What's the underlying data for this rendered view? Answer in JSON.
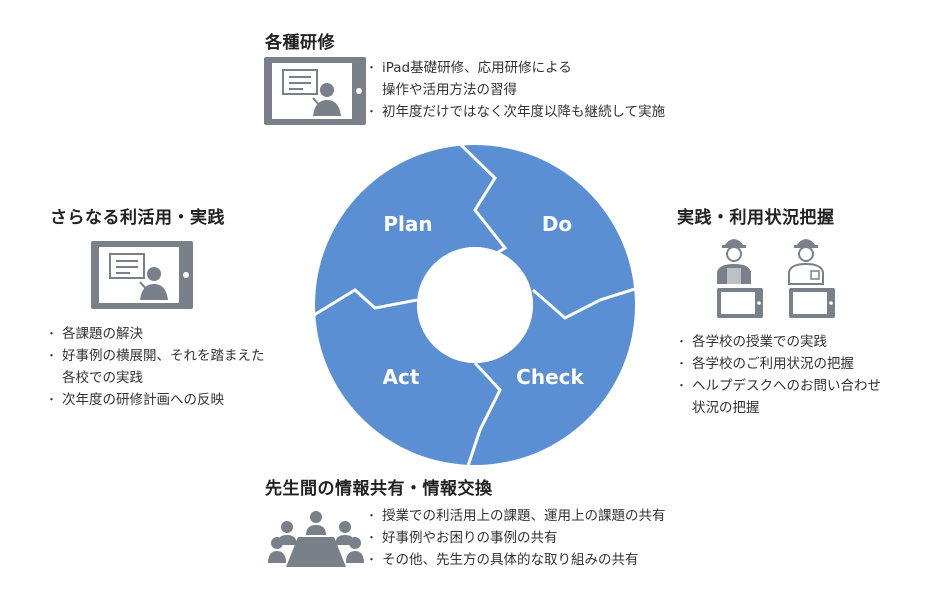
{
  "cycle": {
    "stages": [
      "Plan",
      "Do",
      "Check",
      "Act"
    ],
    "colors": {
      "segment": "#5b8fd3",
      "segment_light": "#6a9ad9",
      "divider": "#ffffff"
    }
  },
  "training": {
    "title": "各種研修",
    "bullets": [
      "iPad基礎研修、応用研修による\n操作や活用方法の習得",
      "初年度だけではなく次年度以降も継続して実施"
    ]
  },
  "practice": {
    "title": "実践・利用状況把握",
    "bullets": [
      "各学校の授業での実践",
      "各学校のご利用状況の把握",
      "ヘルプデスクへのお問い合わせ\n状況の把握"
    ]
  },
  "sharing": {
    "title": "先生間の情報共有・情報交換",
    "bullets": [
      "授業での利活用上の課題、運用上の課題の共有",
      "好事例やお困りの事例の共有",
      "その他、先生方の具体的な取り組みの共有"
    ]
  },
  "further": {
    "title": "さらなる利活用・実践",
    "bullets": [
      "各課題の解決",
      "好事例の横展開、それを踏まえた\n各校での実践",
      "次年度の研修計画への反映"
    ]
  },
  "icon_color": "#7a8089"
}
